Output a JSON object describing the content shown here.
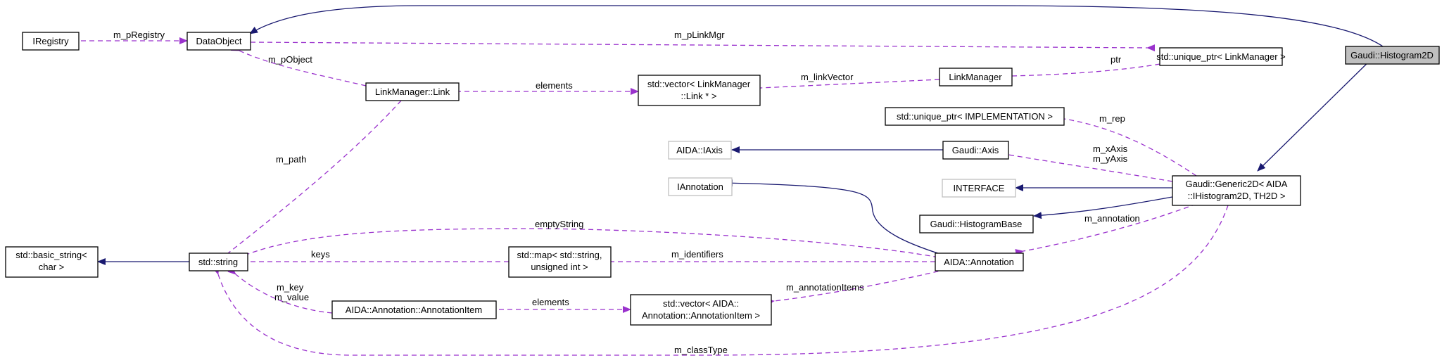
{
  "diagram": {
    "nodes": {
      "iregistry": "IRegistry",
      "dataobject": "DataObject",
      "unique_ptr_linkmgr": "std::unique_ptr< LinkManager >",
      "histogram2d": "Gaudi::Histogram2D",
      "linkmanager_link": "LinkManager::Link",
      "vector_link_1": "std::vector< LinkManager",
      "vector_link_2": "::Link * >",
      "linkmanager": "LinkManager",
      "unique_ptr_impl": "std::unique_ptr< IMPLEMENTATION >",
      "aida_iaxis": "AIDA::IAxis",
      "gaudi_axis": "Gaudi::Axis",
      "iannotation": "IAnnotation",
      "interface": "INTERFACE",
      "generic2d_1": "Gaudi::Generic2D< AIDA",
      "generic2d_2": "::IHistogram2D, TH2D >",
      "histogrambase": "Gaudi::HistogramBase",
      "basic_string_1": "std::basic_string<",
      "basic_string_2": "char >",
      "std_string": "std::string",
      "std_map_1": "std::map< std::string,",
      "std_map_2": "unsigned int >",
      "aida_annotation": "AIDA::Annotation",
      "annotation_item": "AIDA::Annotation::AnnotationItem",
      "vector_item_1": "std::vector< AIDA::",
      "vector_item_2": "Annotation::AnnotationItem >"
    },
    "edge_labels": {
      "m_pregistry": "m_pRegistry",
      "m_plinkmgr": "m_pLinkMgr",
      "m_pobject": "m_pObject",
      "elements_link": "elements",
      "m_linkvector": "m_linkVector",
      "ptr": "ptr",
      "m_rep": "m_rep",
      "m_path": "m_path",
      "m_xaxis": "m_xAxis",
      "m_yaxis": "m_yAxis",
      "m_annotation": "m_annotation",
      "emptystring": "emptyString",
      "keys": "keys",
      "m_identifiers": "m_identifiers",
      "m_annotationitems": "m_annotationItems",
      "m_key": "m_key",
      "m_value": "m_value",
      "elements_item": "elements",
      "m_classtype": "m_classType"
    }
  }
}
